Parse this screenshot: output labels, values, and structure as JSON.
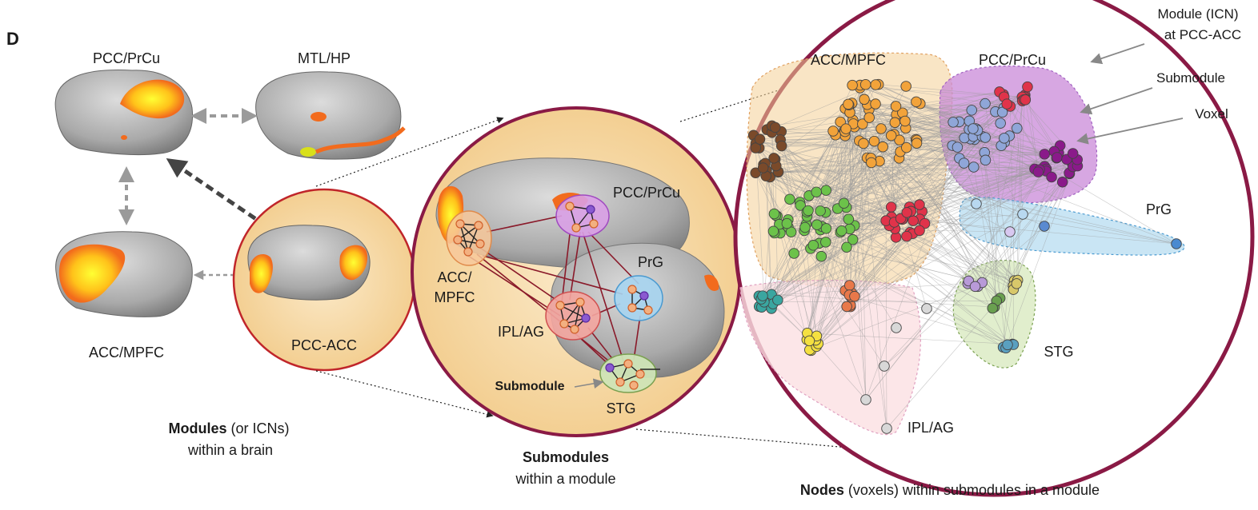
{
  "panel_label": "D",
  "level1": {
    "brains": {
      "pcc_prcu": "PCC/PrCu",
      "mtl_hp": "MTL/HP",
      "acc_mpfc": "ACC/MPFC",
      "pcc_acc": "PCC-ACC"
    },
    "caption_bold": "Modules",
    "caption_rest": " (or ICNs)",
    "caption_line2": "within a brain"
  },
  "level2": {
    "labels": {
      "pcc_prcu": "PCC/PrCu",
      "acc": "ACC/",
      "mpfc": "MPFC",
      "prg": "PrG",
      "ipl_ag": "IPL/AG",
      "stg": "STG",
      "submodule": "Submodule"
    },
    "caption_bold": "Submodules",
    "caption_line2": "within a module"
  },
  "level3": {
    "labels": {
      "acc_mpfc": "ACC/MPFC",
      "pcc_prcu": "PCC/PrCu",
      "prg": "PrG",
      "stg": "STG",
      "ipl_ag": "IPL/AG"
    },
    "annotations": {
      "module_line1": "Module (ICN)",
      "module_line2": "at PCC-ACC",
      "submodule": "Submodule",
      "voxel": "Voxel"
    },
    "caption_bold": "Nodes",
    "caption_rest": " (voxels) within submodules in a module"
  },
  "colors": {
    "ring": "#8a1a45",
    "module_red": "#c0252a",
    "orange_node": "#f2a33a",
    "green_node": "#6cc24a",
    "red_node": "#e0334a",
    "brown_node": "#7a4a2a",
    "blue_node": "#8fa6d8",
    "purple_node": "#8a1a8a",
    "teal_node": "#3aa6a0",
    "yellow_node": "#f4e040",
    "gray_node": "#d8d8d8"
  }
}
